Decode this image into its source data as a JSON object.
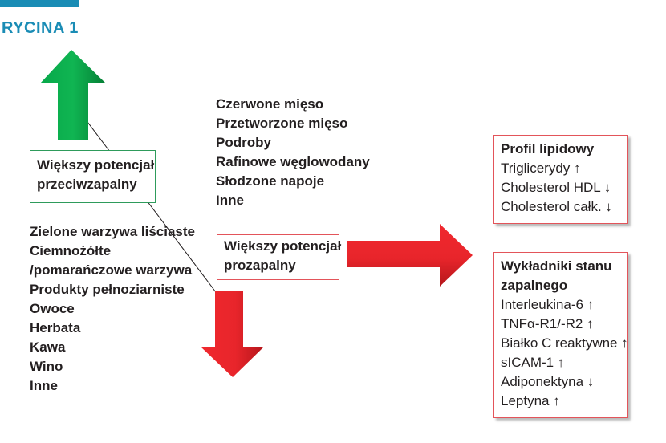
{
  "figure_label": "RYCINA 1",
  "anti_inflammatory": {
    "box_lines": [
      "Większy potencjał",
      "przeciwzapalny"
    ],
    "foods": [
      "Zielone warzywa liściaste",
      "Ciemnożółte",
      "/pomarańczowe warzywa",
      "Produkty pełnoziarniste",
      "Owoce",
      "Herbata",
      "Kawa",
      "Wino",
      "Inne"
    ]
  },
  "pro_inflammatory": {
    "box_lines": [
      "Większy potencjał",
      "prozapalny"
    ],
    "foods": [
      "Czerwone mięso",
      "Przetworzone mięso",
      "Podroby",
      "Rafinowe węglowodany",
      "Słodzone napoje",
      "Inne"
    ]
  },
  "lipid_profile": {
    "title": "Profil lipidowy",
    "items": [
      "Triglicerydy ↑",
      "Cholesterol HDL ↓",
      "Cholesterol całk. ↓"
    ]
  },
  "inflammation_markers": {
    "title_lines": [
      "Wykładniki stanu",
      "zapalnego"
    ],
    "items": [
      "Interleukina-6 ↑",
      "TNFα-R1/-R2 ↑",
      "Białko C reaktywne ↑",
      "sICAM-1 ↑",
      "Adiponektyna ↓",
      "Leptyna ↑"
    ]
  },
  "colors": {
    "accent": "#1a8cb5",
    "arrow_up": "#0ca14a",
    "arrow_red": "#e8252b",
    "green_border": "#2e9b5b",
    "red_border": "#e3545a"
  }
}
